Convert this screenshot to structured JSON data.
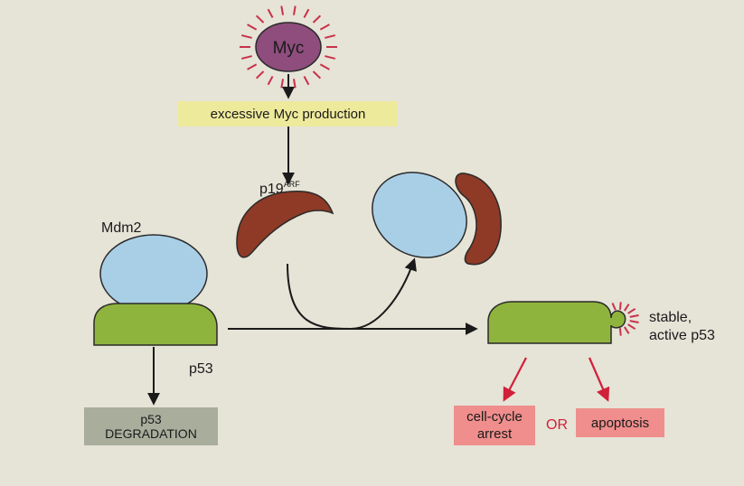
{
  "myc_label": "Myc",
  "excess_box": "excessive Myc production",
  "arf_label": {
    "base": "p19",
    "sup": "ARF"
  },
  "mdm2_label": "Mdm2",
  "p53_label": "p53",
  "degradation_box": {
    "line1": "p53",
    "line2": "DEGRADATION"
  },
  "stable_label": {
    "line1": "stable,",
    "line2": "active p53"
  },
  "outcome_cellcycle": {
    "line1": "cell-cycle",
    "line2": "arrest"
  },
  "or_label": "OR",
  "outcome_apoptosis": "apoptosis",
  "colors": {
    "myc_fill": "#8e4d7d",
    "myc_rays": "#c8324a",
    "excess_box": "#eeea9c",
    "arf_fill": "#8e3a26",
    "mdm2_fill": "#a9cfe6",
    "p53_fill": "#8fb43d",
    "degradation_box": "#a9ad9c",
    "outcome_box": "#ef8e8c",
    "red_arrow": "#d1203a",
    "or_text": "#d1203a"
  }
}
